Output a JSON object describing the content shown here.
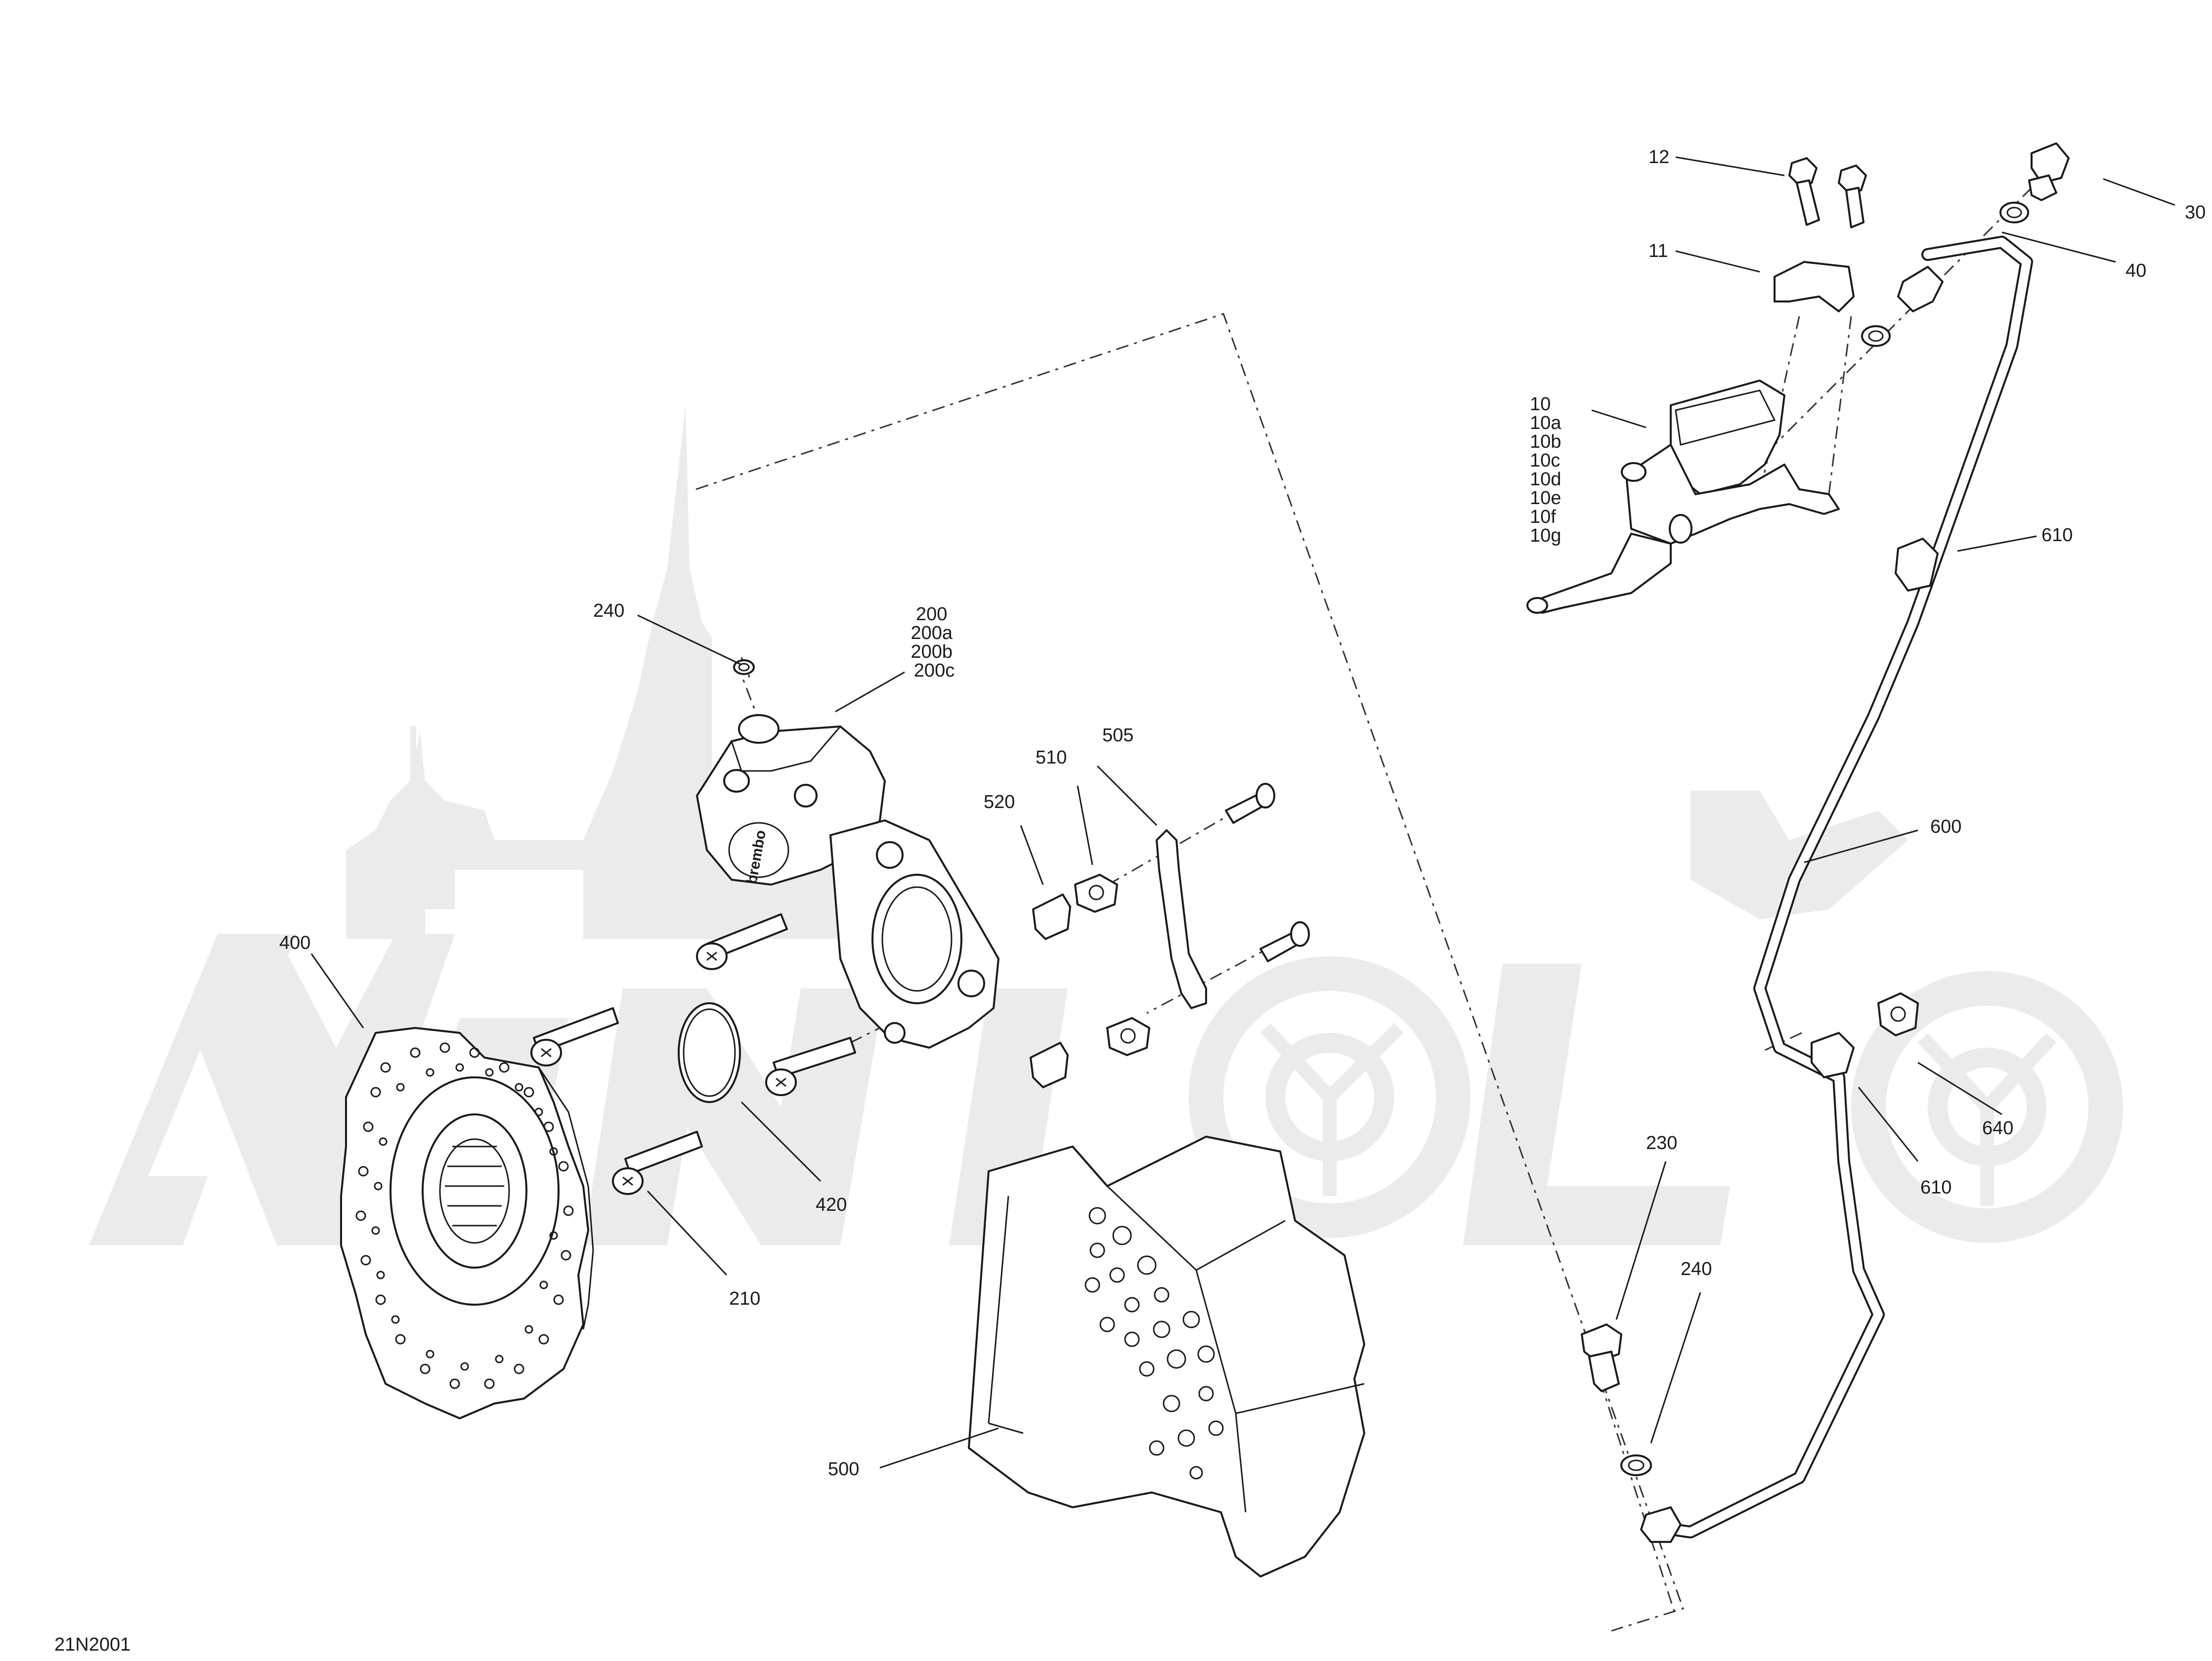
{
  "diagram_code": "21N2001",
  "labels": {
    "l12": "12",
    "l30": "30",
    "l11": "11",
    "l40": "40",
    "l10": [
      "10",
      "10a",
      "10b",
      "10c",
      "10d",
      "10e",
      "10f",
      "10g"
    ],
    "l610a": "610",
    "l240a": "240",
    "l200": [
      "200",
      "200a",
      "200b",
      "200c"
    ],
    "l505": "505",
    "l510": "510",
    "l520": "520",
    "l600": "600",
    "l400": "400",
    "l640": "640",
    "l610b": "610",
    "l420": "420",
    "l230": "230",
    "l240b": "240",
    "l210": "210",
    "l500": "500"
  },
  "caliper_brand": "brembo"
}
